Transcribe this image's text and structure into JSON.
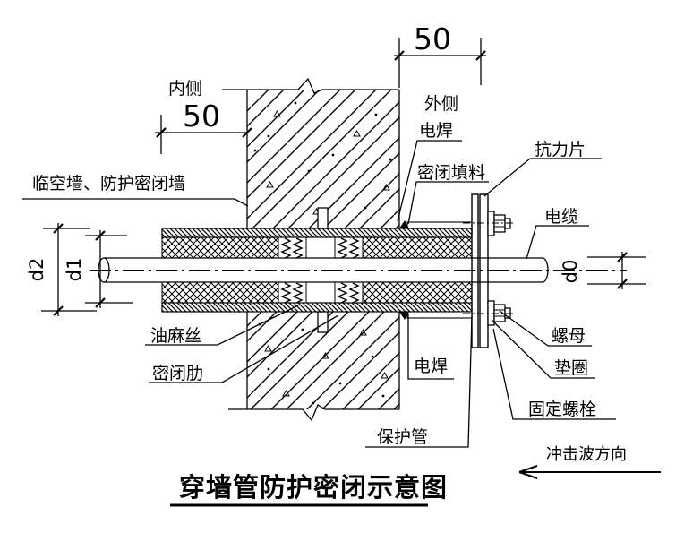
{
  "diagram": {
    "title": "穿墙管防护密闭示意图",
    "labels": {
      "inner_side": "内侧",
      "outer_side": "外侧",
      "wall": "临空墙、防护密闭墙",
      "weld_top": "电焊",
      "seal_filler": "密闭填料",
      "resistance_plate": "抗力片",
      "cable": "电缆",
      "oakum": "油麻丝",
      "seal_rib": "密闭肋",
      "weld_bottom": "电焊",
      "nut": "螺母",
      "washer": "垫圈",
      "fixing_bolt": "固定螺栓",
      "protection_pipe": "保护管",
      "shock_wave_direction": "冲击波方向"
    },
    "dimensions": {
      "offset_inner": "50",
      "offset_outer": "50",
      "d2": "d2",
      "d1": "d1",
      "d0": "d0"
    },
    "colors": {
      "line": "#000000",
      "background": "#ffffff"
    }
  }
}
